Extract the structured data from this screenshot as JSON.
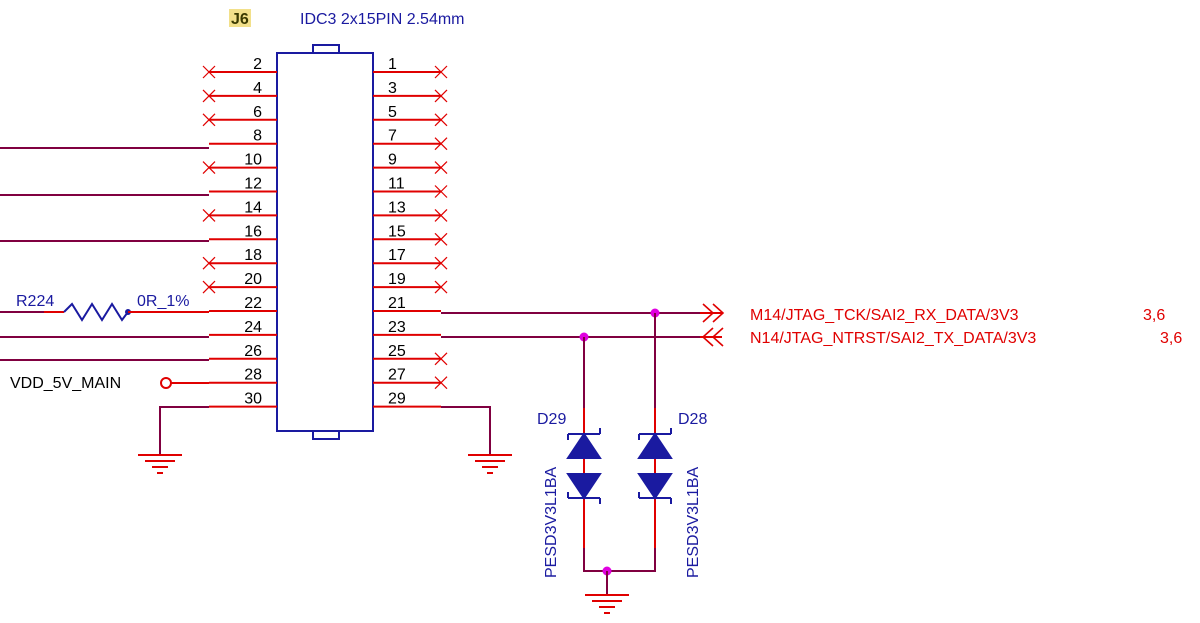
{
  "connector": {
    "designator": "J6",
    "description": "IDC3 2x15PIN 2.54mm",
    "left_pins": [
      "2",
      "4",
      "6",
      "8",
      "10",
      "12",
      "14",
      "16",
      "18",
      "20",
      "22",
      "24",
      "26",
      "28",
      "30"
    ],
    "right_pins": [
      "1",
      "3",
      "5",
      "7",
      "9",
      "11",
      "13",
      "15",
      "17",
      "19",
      "21",
      "23",
      "25",
      "27",
      "29"
    ]
  },
  "resistor": {
    "designator": "R224",
    "value": "0R_1%"
  },
  "power_port": {
    "label": "VDD_5V_MAIN"
  },
  "nets": [
    {
      "name": "M14/JTAG_TCK/SAI2_RX_DATA/3V3",
      "ref": "3,6"
    },
    {
      "name": "N14/JTAG_NTRST/SAI2_TX_DATA/3V3",
      "ref": "3,6"
    }
  ],
  "diodes": [
    {
      "designator": "D29",
      "part": "PESD3V3L1BA"
    },
    {
      "designator": "D28",
      "part": "PESD3V3L1BA"
    }
  ],
  "colors": {
    "wire": "#800040",
    "pin": "#e00000",
    "component": "#1a1aa0",
    "junction": "#e000e0",
    "designator_highlight": "#f2e08a"
  }
}
